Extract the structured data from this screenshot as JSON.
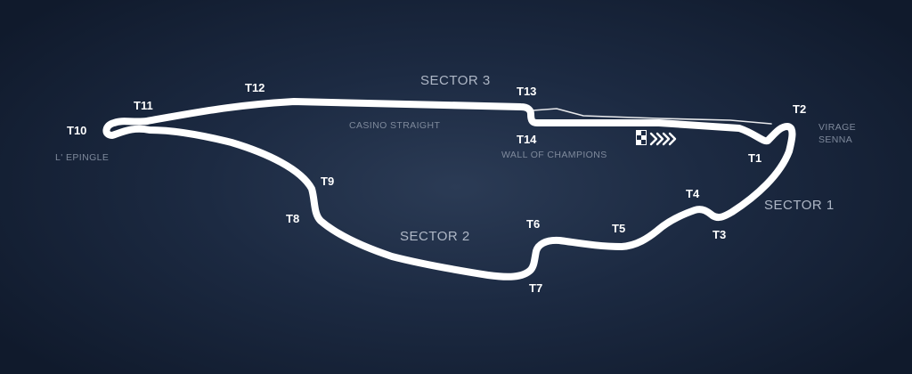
{
  "turns": [
    "T1",
    "T2",
    "T3",
    "T4",
    "T5",
    "T6",
    "T7",
    "T8",
    "T9",
    "T10",
    "T11",
    "T12",
    "T13",
    "T14"
  ],
  "sectors": [
    "SECTOR 1",
    "SECTOR 2",
    "SECTOR 3"
  ],
  "corners": {
    "virage_senna": [
      "VIRAGE",
      "SENNA"
    ],
    "l_epingle": "L' EPINGLE",
    "casino_straight": "CASINO STRAIGHT",
    "wall_of_champions": "WALL OF CHAMPIONS"
  },
  "colors": {
    "track": "#ffffff",
    "background": "#1c2a42",
    "turn_label": "#ffffff",
    "sector_label": "#aeb7c6",
    "corner_label": "#7f8a9c"
  },
  "icons": {
    "start_finish": "checkered-flag-icon",
    "direction": "chevron-arrows-icon"
  }
}
